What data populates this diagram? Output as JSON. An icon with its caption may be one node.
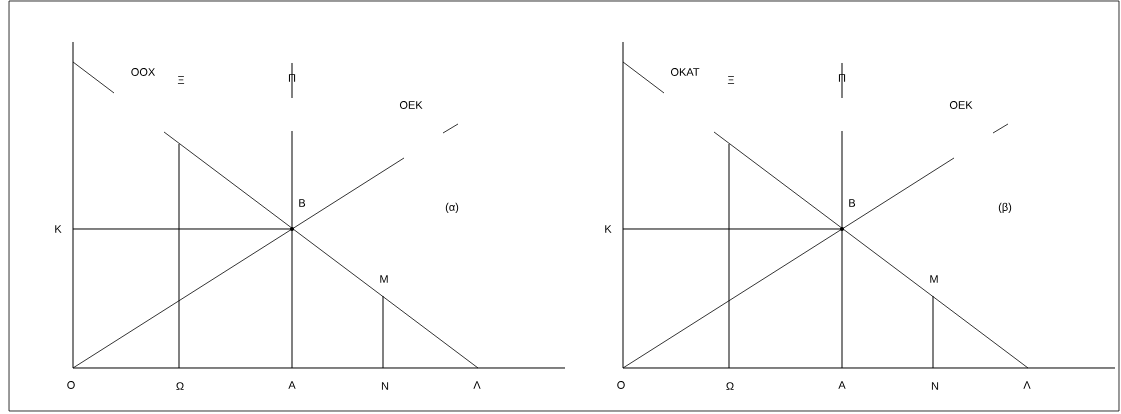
{
  "diagram": {
    "labels": [
      "ΟΟΧ",
      "Ξ",
      "Π",
      "ΟΕΚ",
      "Β",
      "(α)",
      "Κ",
      "Μ",
      "Ο",
      "Ω",
      "Α",
      "Ν",
      "Λ",
      "ΟΚΑΤ",
      "Ξ",
      "Π",
      "ΟΕΚ",
      "Β",
      "(β)",
      "Κ",
      "Μ",
      "Ο",
      "Ω",
      "Α",
      "Ν",
      "Λ"
    ]
  }
}
